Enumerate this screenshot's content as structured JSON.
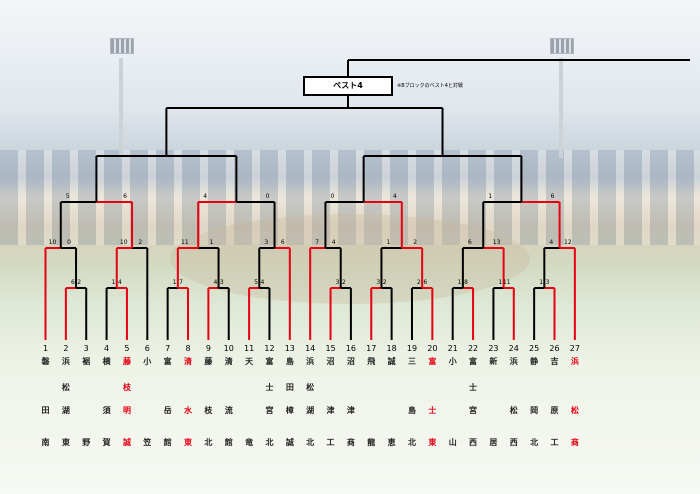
{
  "title": "ベスト4",
  "note": "※Bブロックのベスト4と対戦",
  "teams": [
    {
      "num": "1",
      "chars": [
        "磐",
        "",
        "田",
        "南"
      ],
      "win": false
    },
    {
      "num": "2",
      "chars": [
        "浜",
        "松",
        "湖",
        "東"
      ],
      "win": false
    },
    {
      "num": "3",
      "chars": [
        "裾",
        "",
        "",
        "野"
      ],
      "win": false
    },
    {
      "num": "4",
      "chars": [
        "横",
        "",
        "須",
        "賀"
      ],
      "win": false
    },
    {
      "num": "5",
      "chars": [
        "藤",
        "枝",
        "明",
        "誠"
      ],
      "win": true
    },
    {
      "num": "6",
      "chars": [
        "小",
        "",
        "",
        "笠"
      ],
      "win": false
    },
    {
      "num": "7",
      "chars": [
        "富",
        "",
        "岳",
        "館"
      ],
      "win": false
    },
    {
      "num": "8",
      "chars": [
        "清",
        "",
        "水",
        "東"
      ],
      "win": true
    },
    {
      "num": "9",
      "chars": [
        "藤",
        "",
        "枝",
        "北"
      ],
      "win": false
    },
    {
      "num": "10",
      "chars": [
        "清",
        "",
        "流",
        "館"
      ],
      "win": false
    },
    {
      "num": "11",
      "chars": [
        "天",
        "",
        "",
        "竜"
      ],
      "win": false
    },
    {
      "num": "12",
      "chars": [
        "富",
        "士",
        "宮",
        "北"
      ],
      "win": false
    },
    {
      "num": "13",
      "chars": [
        "島",
        "田",
        "樟",
        "誠"
      ],
      "win": false
    },
    {
      "num": "14",
      "chars": [
        "浜",
        "松",
        "湖",
        "北"
      ],
      "win": false
    },
    {
      "num": "15",
      "chars": [
        "沼",
        "",
        "津",
        "工"
      ],
      "win": false
    },
    {
      "num": "16",
      "chars": [
        "沼",
        "",
        "津",
        "商"
      ],
      "win": false
    },
    {
      "num": "17",
      "chars": [
        "飛",
        "",
        "",
        "龍"
      ],
      "win": false
    },
    {
      "num": "18",
      "chars": [
        "誠",
        "",
        "",
        "恵"
      ],
      "win": false
    },
    {
      "num": "19",
      "chars": [
        "三",
        "",
        "島",
        "北"
      ],
      "win": false
    },
    {
      "num": "20",
      "chars": [
        "富",
        "",
        "士",
        "東"
      ],
      "win": true
    },
    {
      "num": "21",
      "chars": [
        "小",
        "",
        "",
        "山"
      ],
      "win": false
    },
    {
      "num": "22",
      "chars": [
        "富",
        "士",
        "宮",
        "西"
      ],
      "win": false
    },
    {
      "num": "23",
      "chars": [
        "新",
        "",
        "",
        "居"
      ],
      "win": false
    },
    {
      "num": "24",
      "chars": [
        "浜",
        "",
        "松",
        "西"
      ],
      "win": false
    },
    {
      "num": "25",
      "chars": [
        "静",
        "",
        "岡",
        "北"
      ],
      "win": false
    },
    {
      "num": "26",
      "chars": [
        "吉",
        "",
        "原",
        "工"
      ],
      "win": false
    },
    {
      "num": "27",
      "chars": [
        "浜",
        "",
        "松",
        "商"
      ],
      "win": true
    }
  ],
  "matches": [
    {
      "id": "r1a",
      "a": "t2",
      "b": "t3",
      "sa": "6",
      "sb": "2",
      "winner": "a"
    },
    {
      "id": "r1b",
      "a": "t4",
      "b": "t5",
      "sa": "1",
      "sb": "4",
      "winner": "b"
    },
    {
      "id": "r1c",
      "a": "t7",
      "b": "t8",
      "sa": "1",
      "sb": "7",
      "winner": "b"
    },
    {
      "id": "r1d",
      "a": "t9",
      "b": "t10",
      "sa": "4",
      "sb": "3",
      "winner": "a"
    },
    {
      "id": "r1e",
      "a": "t11",
      "b": "t12",
      "sa": "5",
      "sb": "4",
      "winner": "a"
    },
    {
      "id": "r1f",
      "a": "t15",
      "b": "t16",
      "sa": "3",
      "sb": "2",
      "winner": "a"
    },
    {
      "id": "r1g",
      "a": "t17",
      "b": "t18",
      "sa": "3",
      "sb": "2",
      "winner": "a"
    },
    {
      "id": "r1h",
      "a": "t19",
      "b": "t20",
      "sa": "2",
      "sb": "6",
      "winner": "b"
    },
    {
      "id": "r1i",
      "a": "t21",
      "b": "t22",
      "sa": "1",
      "sb": "8",
      "winner": "b"
    },
    {
      "id": "r1j",
      "a": "t23",
      "b": "t24",
      "sa": "1",
      "sb": "11",
      "winner": "b"
    },
    {
      "id": "r1k",
      "a": "t25",
      "b": "t26",
      "sa": "1",
      "sb": "3",
      "winner": "b"
    },
    {
      "id": "r2a",
      "a": "t1",
      "b": "r1a",
      "sa": "10",
      "sb": "0",
      "winner": "a"
    },
    {
      "id": "r2b",
      "a": "r1b",
      "b": "t6",
      "sa": "10",
      "sb": "2",
      "winner": "a"
    },
    {
      "id": "r2c",
      "a": "r1c",
      "b": "r1d",
      "sa": "11",
      "sb": "1",
      "winner": "a"
    },
    {
      "id": "r2d",
      "a": "r1e",
      "b": "t13",
      "sa": "3",
      "sb": "6",
      "winner": "b"
    },
    {
      "id": "r2e",
      "a": "t14",
      "b": "r1f",
      "sa": "7",
      "sb": "4",
      "winner": "a"
    },
    {
      "id": "r2f",
      "a": "r1g",
      "b": "r1h",
      "sa": "1",
      "sb": "2",
      "winner": "b"
    },
    {
      "id": "r2g",
      "a": "r1i",
      "b": "r1j",
      "sa": "6",
      "sb": "13",
      "winner": "b"
    },
    {
      "id": "r2h",
      "a": "r1k",
      "b": "t27",
      "sa": "4",
      "sb": "12",
      "winner": "b"
    },
    {
      "id": "r3a",
      "a": "r2a",
      "b": "r2b",
      "sa": "5",
      "sb": "6",
      "winner": "b"
    },
    {
      "id": "r3b",
      "a": "r2c",
      "b": "r2d",
      "sa": "4",
      "sb": "0",
      "winner": "a"
    },
    {
      "id": "r3c",
      "a": "r2e",
      "b": "r2f",
      "sa": "0",
      "sb": "4",
      "winner": "b"
    },
    {
      "id": "r3d",
      "a": "r2g",
      "b": "r2h",
      "sa": "1",
      "sb": "6",
      "winner": "b"
    },
    {
      "id": "r4a",
      "a": "r3a",
      "b": "r3b",
      "sa": "",
      "sb": "",
      "winner": ""
    },
    {
      "id": "r4b",
      "a": "r3c",
      "b": "r3d",
      "sa": "",
      "sb": "",
      "winner": ""
    }
  ]
}
